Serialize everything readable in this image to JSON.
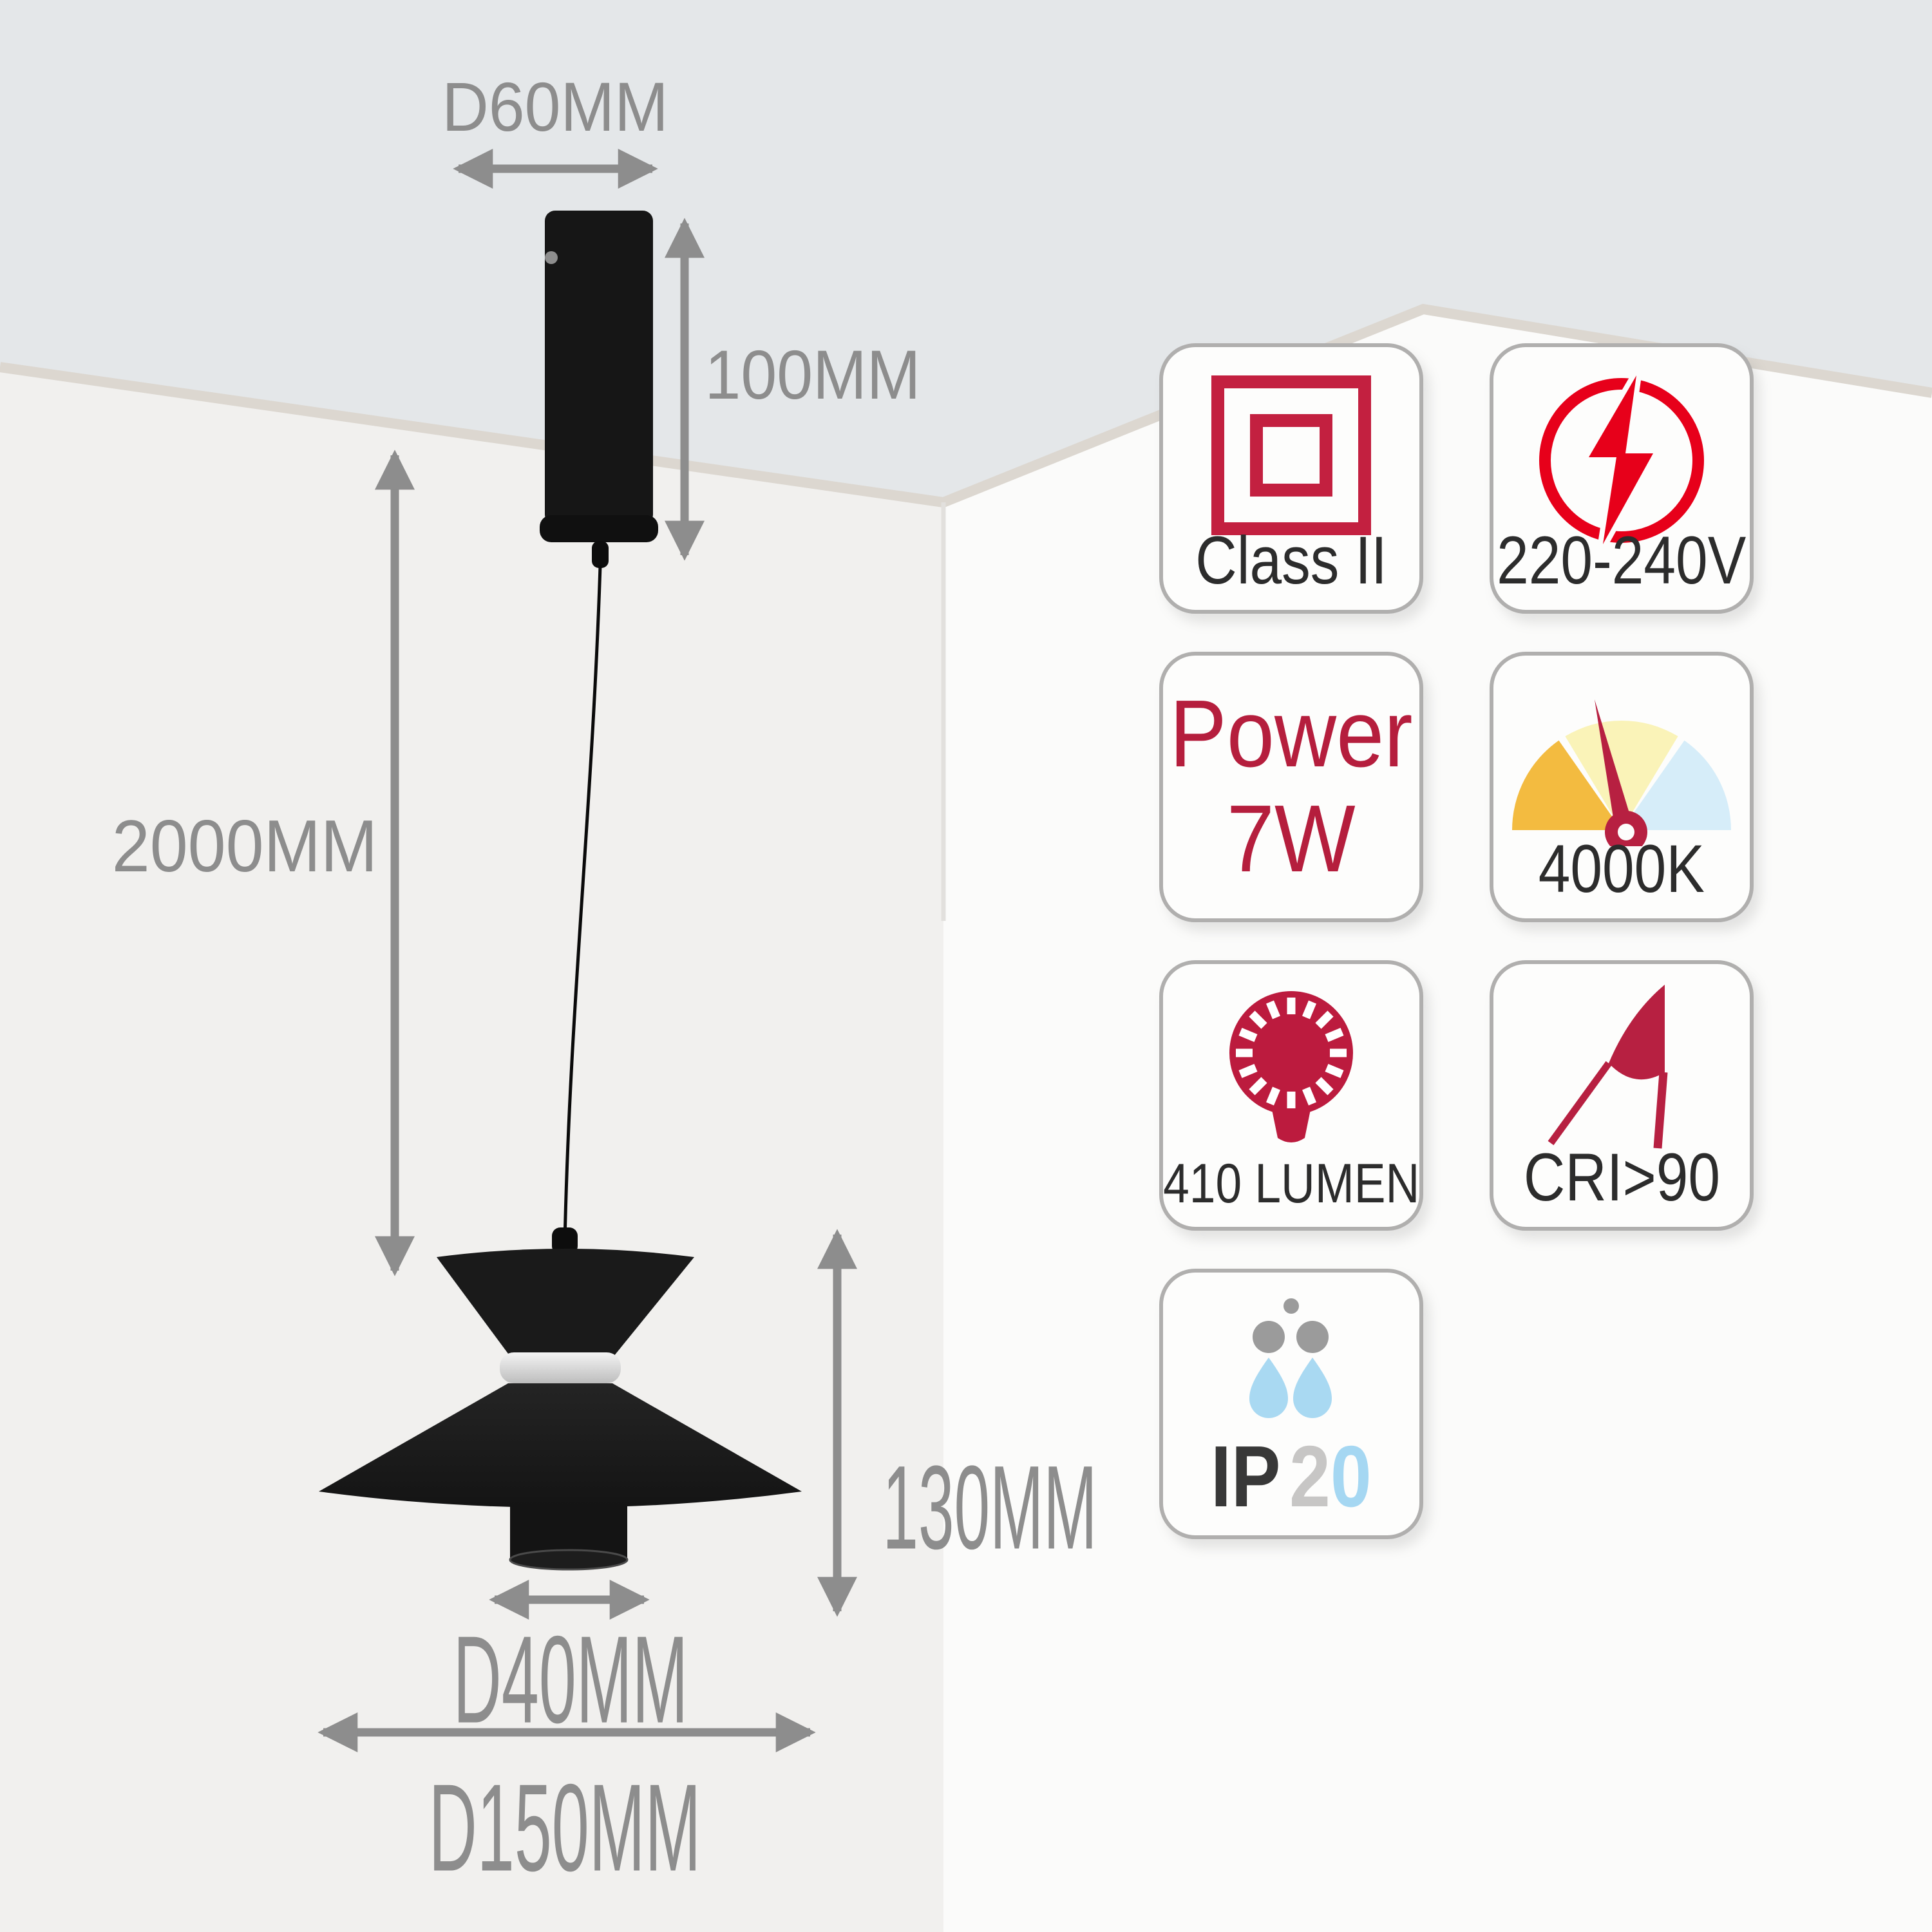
{
  "dim_labels": {
    "canopy_diameter": "D60MM",
    "canopy_height": "100MM",
    "suspension_length": "2000MM",
    "shade_height": "130MM",
    "tube_diameter": "D40MM",
    "shade_diameter": "D150MM"
  },
  "badges": {
    "class2": {
      "label": "Class II",
      "icon": "double-insulated-squares-icon"
    },
    "voltage": {
      "label": "220-240V",
      "icon": "lightning-circle-icon"
    },
    "power": {
      "line1": "Power",
      "line2": "7W"
    },
    "cct": {
      "label": "4000K",
      "icon": "color-temperature-gauge-icon"
    },
    "lumen": {
      "label": "410 LUMEN",
      "icon": "glowing-bulb-icon"
    },
    "cri": {
      "label": "CRI>90",
      "icon": "cri-pennant-icon"
    },
    "ip": {
      "prefix": "IP",
      "digit_solid": "2",
      "digit_water": "0",
      "icon": "water-drops-icon"
    }
  },
  "colors": {
    "crimson": "#b51e3d",
    "bright_red": "#e7001a",
    "gauge_orange": "#f3bb40",
    "gauge_yellow": "#faf3b8",
    "gauge_blue": "#d6edf9",
    "ip_blue": "#a5d7f2",
    "dimension_gray": "#8d8d8d",
    "ceiling": "#e4e7e9",
    "left_wall": "#f1f0ee",
    "right_wall": "#fbfbfa",
    "lamp_black": "#161616"
  }
}
